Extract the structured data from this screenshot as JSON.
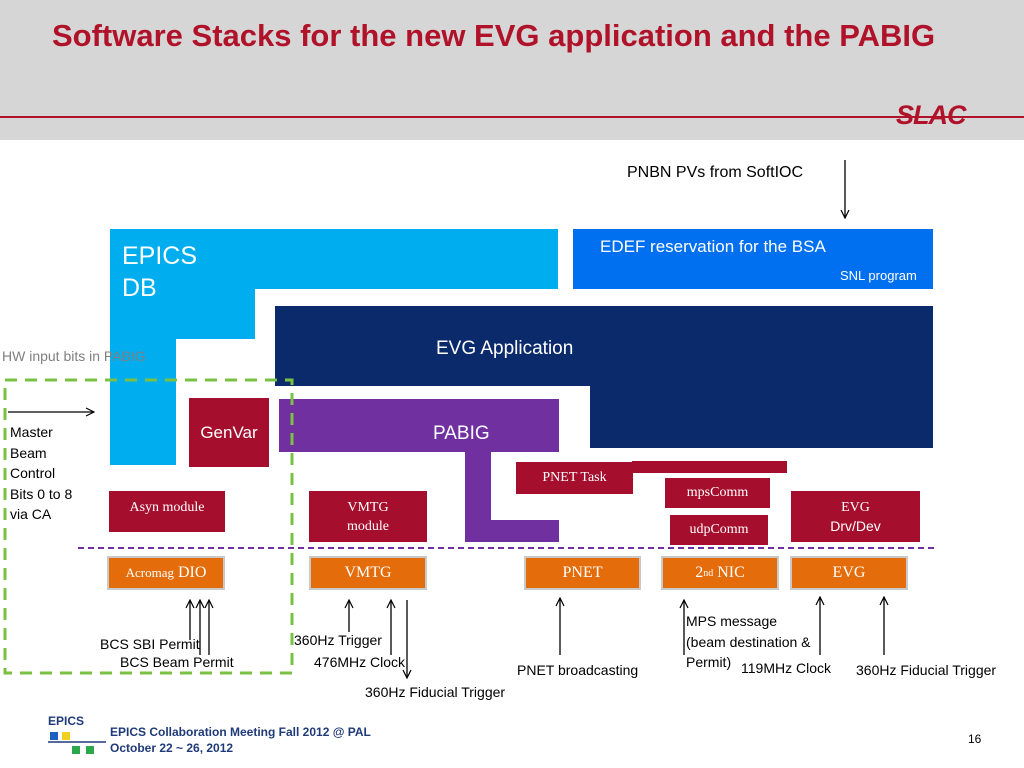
{
  "slide": {
    "title": "Software Stacks for the new EVG application and the PABIG",
    "logo": "SLAC",
    "page_number": "16"
  },
  "footer": {
    "logo": "EPICS",
    "line1": "EPICS Collaboration Meeting Fall 2012 @ PAL",
    "line2": "October 22 ~ 26, 2012"
  },
  "diagram": {
    "pnbn": "PNBN PVs from SoftIOC",
    "epics_db": [
      "EPICS",
      "DB"
    ],
    "edef": "EDEF reservation for the BSA",
    "snl": "SNL program",
    "evg_app": "EVG Application",
    "hw_input": "HW input bits in PABIG",
    "master": [
      "Master",
      "Beam",
      "Control",
      "Bits 0 to 8",
      "via CA"
    ],
    "genvar": "GenVar",
    "pabig": "PABIG",
    "pnet_task": "PNET Task",
    "mpscomm": "mpsComm",
    "udpcomm": "udpComm",
    "asyn": "Asyn module",
    "vmtg_module": [
      "VMTG",
      "module"
    ],
    "evg_drv": [
      "EVG",
      "Drv/Dev"
    ],
    "acromag": "Acromag",
    "dio": "DIO",
    "vmtg": "VMTG",
    "pnet": "PNET",
    "nic_num": "2",
    "nic_sup": "nd",
    "nic_rest": " NIC",
    "evg": "EVG",
    "bcs_sbi": "BCS SBI Permit",
    "bcs_beam": "BCS Beam Permit",
    "trig360": "360Hz Trigger",
    "clk476": "476MHz Clock",
    "fid360_a": "360Hz Fiducial Trigger",
    "pnet_bcast": "PNET broadcasting",
    "mps_msg": [
      "MPS message",
      "(beam destination &",
      "Permit)"
    ],
    "clk119": "119MHz Clock",
    "fid360_b": "360Hz Fiducial Trigger"
  },
  "colors": {
    "title_red": "#b0122a",
    "light_blue": "#00aeef",
    "bright_blue": "#0070f0",
    "navy": "#0a2a6b",
    "purple": "#7030a0",
    "dark_red": "#a50f2d",
    "orange": "#e46c0a",
    "green_dash": "#7ac143",
    "purple_dash": "#7030a0"
  }
}
